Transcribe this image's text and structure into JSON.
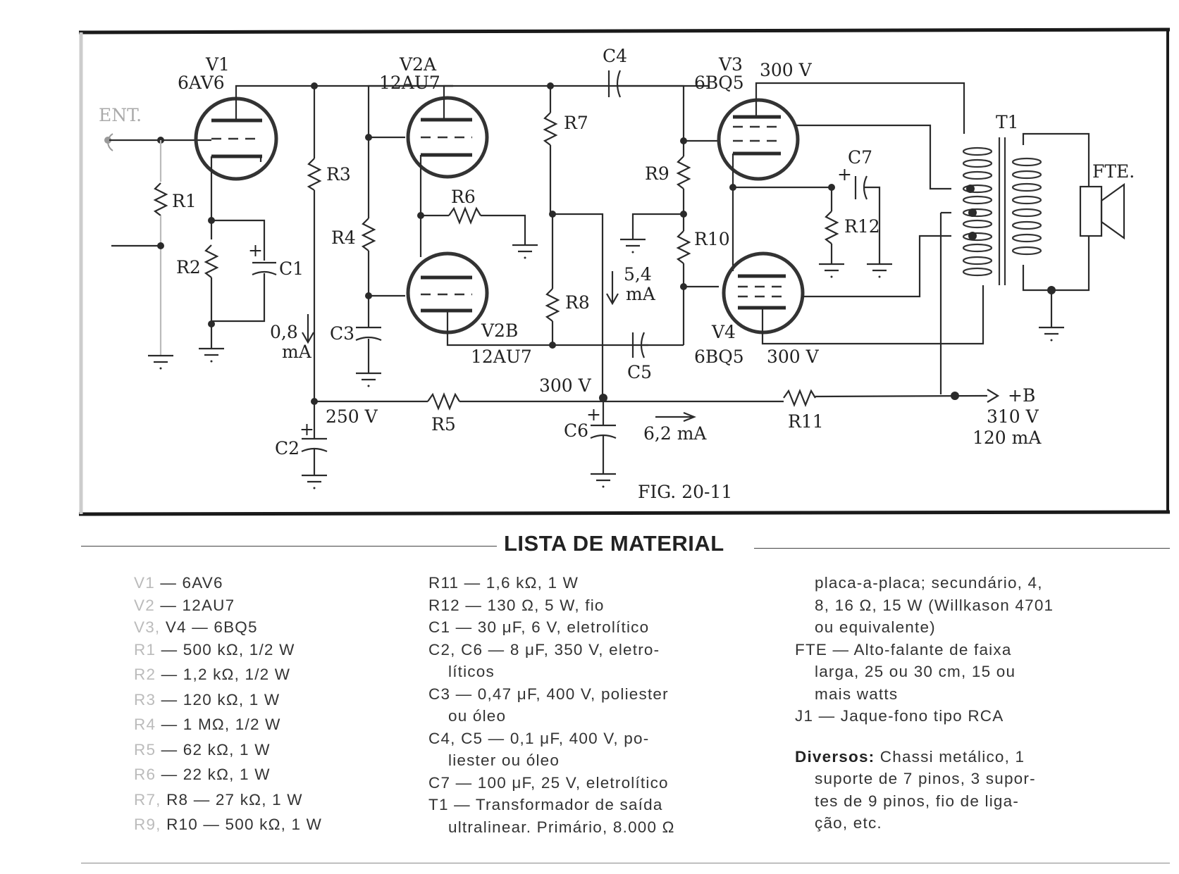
{
  "figure": {
    "caption": "FIG. 20-11",
    "components": {
      "V1": {
        "ref": "V1",
        "type": "6AV6"
      },
      "V2A": {
        "ref": "V2A",
        "type": "12AU7"
      },
      "V2B": {
        "ref": "V2B",
        "type": "12AU7"
      },
      "V3": {
        "ref": "V3",
        "type": "6BQ5"
      },
      "V4": {
        "ref": "V4",
        "type": "6BQ5"
      },
      "resistors": [
        "R1",
        "R2",
        "R3",
        "R4",
        "R5",
        "R6",
        "R7",
        "R8",
        "R9",
        "R10",
        "R11",
        "R12"
      ],
      "capacitors": [
        "C1",
        "C2",
        "C3",
        "C4",
        "C5",
        "C6",
        "C7"
      ],
      "transformer": "T1",
      "speaker": "FTE.",
      "input": "ENT."
    },
    "annotations": {
      "v3_plate_voltage": "300 V",
      "v4_plate_voltage": "300 V",
      "node_300v": "300 V",
      "node_250v": "250 V",
      "current_v1": "0,8",
      "current_v1_unit": "mA",
      "current_v2": "5,4",
      "current_v2_unit": "mA",
      "current_total_stage": "6,2 mA",
      "supply_label": "+B",
      "supply_voltage": "310 V",
      "supply_current": "120 mA",
      "plus": "+"
    }
  },
  "material_list": {
    "title": "LISTA DE MATERIAL",
    "col1": [
      {
        "ref": "V1",
        "text": " — 6AV6"
      },
      {
        "ref": "V2",
        "text": " — 12AU7"
      },
      {
        "ref": "V3,",
        "text": " V4 — 6BQ5"
      },
      {
        "ref": "R1",
        "text": " — 500 kΩ, 1/2 W"
      },
      {
        "ref": "R2",
        "text": " — 1,2 kΩ, 1/2 W"
      },
      {
        "ref": "R3",
        "text": " — 120 kΩ, 1 W"
      },
      {
        "ref": "R4",
        "text": " — 1 MΩ, 1/2 W"
      },
      {
        "ref": "R5",
        "text": " — 62 kΩ, 1 W"
      },
      {
        "ref": "R6",
        "text": " — 22 kΩ, 1 W"
      },
      {
        "ref": "R7,",
        "text": " R8 — 27 kΩ, 1 W"
      },
      {
        "ref": "R9,",
        "text": " R10 — 500 kΩ, 1 W"
      }
    ],
    "col2": [
      {
        "text": "R11 — 1,6 kΩ, 1 W",
        "indent": false
      },
      {
        "text": "R12 — 130 Ω, 5 W, fio",
        "indent": false
      },
      {
        "text": "C1 — 30 μF, 6 V, eletrolítico",
        "indent": false
      },
      {
        "text": "C2, C6 — 8 μF, 350 V, eletro-",
        "indent": false
      },
      {
        "text": "líticos",
        "indent": true
      },
      {
        "text": "C3 — 0,47 μF, 400 V, poliester",
        "indent": false
      },
      {
        "text": "ou óleo",
        "indent": true
      },
      {
        "text": "C4, C5 — 0,1 μF, 400 V, po-",
        "indent": false
      },
      {
        "text": "liester ou óleo",
        "indent": true
      },
      {
        "text": "C7 — 100 μF, 25 V, eletrolítico",
        "indent": false
      },
      {
        "text": "T1 — Transformador de saída",
        "indent": false
      },
      {
        "text": "ultralinear. Primário, 8.000 Ω",
        "indent": true
      }
    ],
    "col3": [
      {
        "text": "placa-a-placa; secundário, 4,",
        "indent": true
      },
      {
        "text": "8, 16 Ω, 15 W (Willkason 4701",
        "indent": true
      },
      {
        "text": "ou equivalente)",
        "indent": true
      },
      {
        "text": "FTE — Alto-falante de faixa",
        "indent": false
      },
      {
        "text": "larga, 25 ou 30 cm, 15 ou",
        "indent": true
      },
      {
        "text": "mais watts",
        "indent": true
      },
      {
        "text": "J1 — Jaque-fono tipo RCA",
        "indent": false
      }
    ],
    "diversos_label": "Diversos:",
    "diversos_lines": [
      " Chassi metálico, 1",
      "suporte de 7 pinos, 3 supor-",
      "tes de 9 pinos, fio de liga-",
      "ção, etc."
    ]
  }
}
